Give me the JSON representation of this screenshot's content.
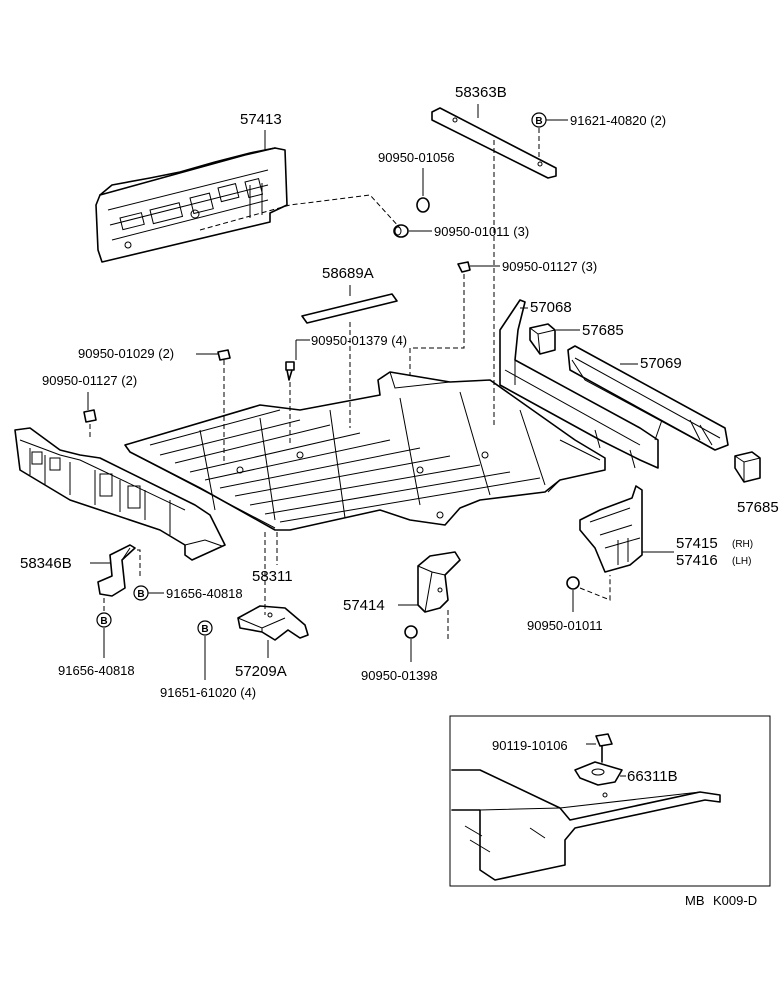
{
  "diagram": {
    "parts": {
      "p58363B": "58363B",
      "p91621": "91621-40820 (2)",
      "p57413": "57413",
      "p90950_01056": "90950-01056",
      "p90950_01011a": "90950-01011 (3)",
      "p90950_01127a": "90950-01127 (3)",
      "p58689A": "58689A",
      "p57068": "57068",
      "p57685a": "57685",
      "p90950_01029": "90950-01029 (2)",
      "p90950_01379": "90950-01379 (4)",
      "p57069": "57069",
      "p90950_01127b": "90950-01127 (2)",
      "p57685b": "57685",
      "p57415": "57415",
      "p57415_side": "(RH)",
      "p57416": "57416",
      "p57416_side": "(LH)",
      "p58346B": "58346B",
      "p58311": "58311",
      "p91656_a": "91656-40818",
      "p57414": "57414",
      "p90950_01011b": "90950-01011",
      "p91656_b": "91656-40818",
      "p57209A": "57209A",
      "p91651": "91651-61020 (4)",
      "p90950_01398": "90950-01398",
      "p90119": "90119-10106",
      "p66311B": "66311B"
    },
    "bolt_mark": "B",
    "footer": {
      "code1": "MB",
      "code2": "K009-D"
    }
  }
}
